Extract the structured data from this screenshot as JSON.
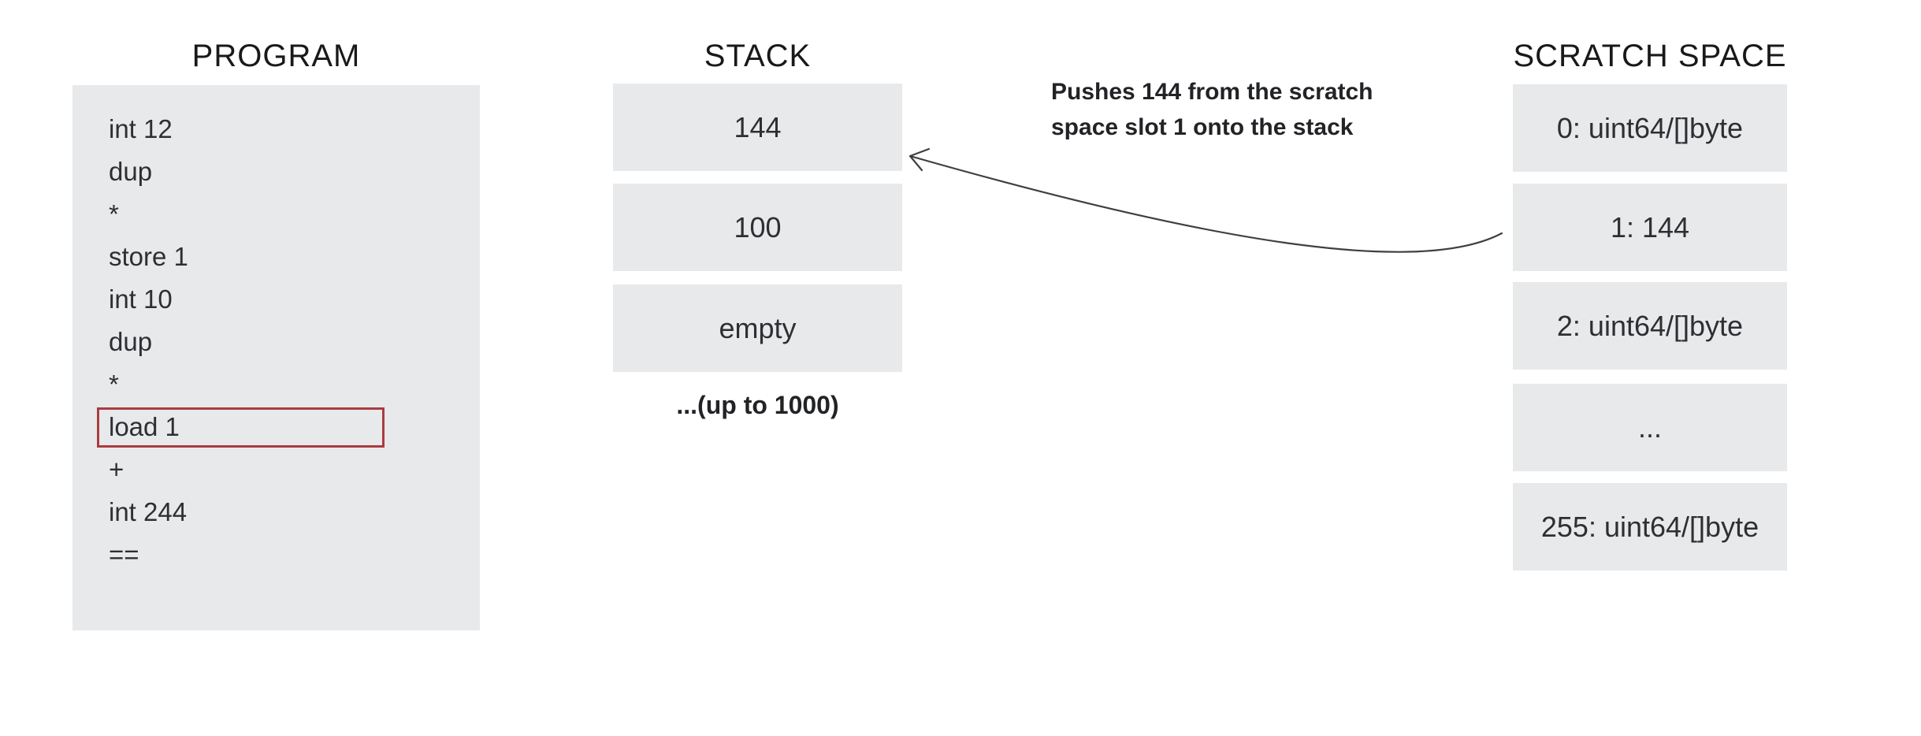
{
  "program": {
    "title": "PROGRAM",
    "instructions": [
      "int 12",
      "dup",
      "*",
      "store 1",
      "int 10",
      "dup",
      "*",
      "load 1",
      "+",
      "int 244",
      "=="
    ],
    "highlighted_instruction": "load 1"
  },
  "stack": {
    "title": "STACK",
    "slots": [
      "144",
      "100",
      "empty"
    ],
    "note": "...(up to 1000)"
  },
  "scratch": {
    "title": "SCRATCH SPACE",
    "slots": [
      "0: uint64/[]byte",
      "1: 144",
      "2: uint64/[]byte",
      "...",
      "255: uint64/[]byte"
    ]
  },
  "annotation": {
    "line1": "Pushes 144 from the scratch",
    "line2": "space slot 1 onto the stack"
  },
  "colors": {
    "box_gray": "#e7e9eb",
    "highlight_red": "#a93c40",
    "arrow": "#3f3f41",
    "text_dark": "#2e2f32",
    "title_dark": "#19191b"
  }
}
